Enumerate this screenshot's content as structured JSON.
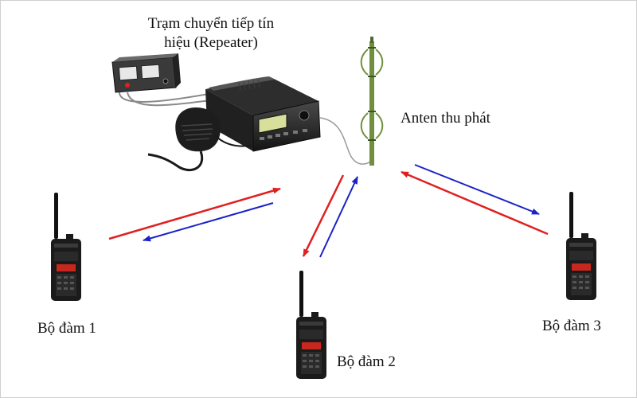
{
  "labels": {
    "repeater_line1": "Trạm chuyển tiếp tín",
    "repeater_line2": "hiệu (Repeater)",
    "antenna": "Anten thu phát",
    "radio1": "Bộ đàm 1",
    "radio2": "Bộ đàm 2",
    "radio3": "Bộ đàm 3"
  },
  "colors": {
    "uplink": "#e02020",
    "downlink": "#1a22c8",
    "device_body": "#1b1b1b",
    "display": "#d8df9a",
    "antenna": "#6f8f3f"
  },
  "icons": [
    "power-supply-icon",
    "mobile-radio-icon",
    "microphone-icon",
    "antenna-icon",
    "handheld-radio-icon"
  ]
}
